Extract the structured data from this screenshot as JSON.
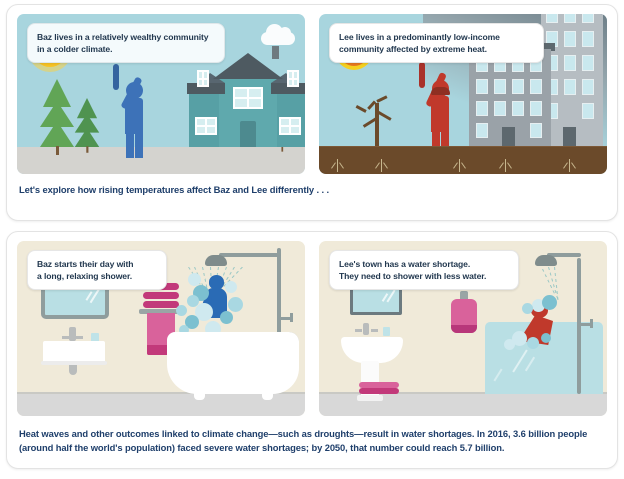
{
  "meta": {
    "title": "Baz and Lee climate comparison infographic"
  },
  "cards": [
    {
      "id": "card-intro",
      "panels": [
        {
          "id": "panel-baz-home",
          "bubble": "Baz lives in a relatively wealthy community\nin a colder climate.",
          "scene": "cold-wealthy-neighborhood",
          "figure_name": "Baz",
          "figure_color": "#3d72b8"
        },
        {
          "id": "panel-lee-home",
          "bubble": "Lee lives in a predominantly low-income\ncommunity affected by extreme heat.",
          "scene": "hot-low-income-neighborhood",
          "figure_name": "Lee",
          "figure_color": "#c0392b"
        }
      ],
      "caption": "Let's explore how rising temperatures affect Baz and Lee differently . . ."
    },
    {
      "id": "card-water",
      "panels": [
        {
          "id": "panel-baz-shower",
          "bubble": "Baz starts their day with\na long, relaxing shower.",
          "scene": "spacious-bathroom-with-bathtub",
          "figure_name": "Baz",
          "figure_color": "#2a6bb5"
        },
        {
          "id": "panel-lee-shower",
          "bubble": "Lee's town has a water shortage.\nThey need to shower with less water.",
          "scene": "bathroom-with-limited-water",
          "figure_name": "Lee",
          "figure_color": "#c0392b"
        }
      ],
      "caption": "Heat waves and other outcomes linked to climate change—such as droughts—result in water shortages. In 2016, 3.6 billion people (around half the world's population) faced severe water shortages; by 2050, that number could reach 5.7 billion."
    }
  ],
  "colors": {
    "caption_text": "#1f3f6b",
    "bubble_text": "#22384f",
    "sky": "#a8d5de",
    "cold_ground": "#d4d3cf",
    "hot_ground": "#6b4a2a",
    "bathroom_wall": "#f0ead9",
    "bathroom_floor": "#d8d8d8",
    "house_teal": "#5fa9ad",
    "roof_gray": "#4e5a61",
    "tree_green": "#61a556",
    "sun_yellow": "#f7c325",
    "sun_orange": "#e8781f",
    "water_blue": "#b9dfe4",
    "towel_pink": "#d9629b",
    "card_background": "#ffffff"
  }
}
